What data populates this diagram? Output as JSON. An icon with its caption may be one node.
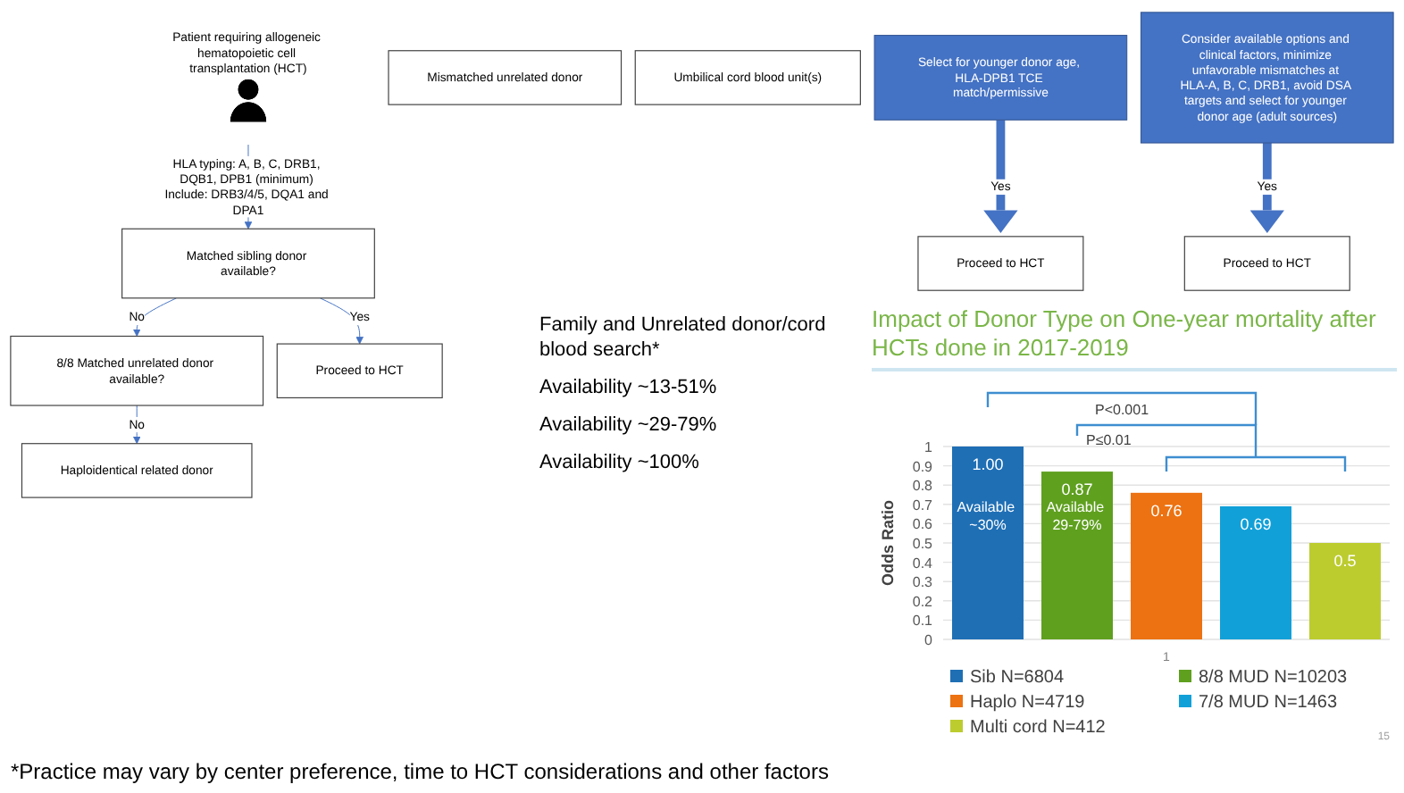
{
  "diagram": {
    "caption": "*Practice may vary by center preference, time to HCT considerations and other factors",
    "nodes": [
      {
        "text": [
          "Patient requiring allogeneic hematopoietic cell transplantation (HCT)"
        ]
      },
      {
        "text": [
          "Matched sibling donor available?"
        ]
      },
      {
        "text": [
          "8/8 Matched unrelated donor available?"
        ]
      },
      {
        "text": [
          "Haploidentical related donor"
        ]
      },
      {
        "text": [
          "Mismatched unrelated donor"
        ]
      },
      {
        "text": [
          "Umbilical cord blood unit(s)"
        ]
      },
      {
        "text": [
          "Select for younger donor age, HLA-DPB1 TCE match/permissive"
        ]
      },
      {
        "text": [
          "Consider available options and clinical factors, minimize unfavorable mismatches at HLA-A, B, C, DRB1, avoid DSA targets and select for younger donor age (adult sources)"
        ]
      },
      {
        "text": [
          "Proceed to HCT"
        ]
      },
      {
        "text": [
          "Proceed to HCT"
        ]
      },
      {
        "text": [
          "Proceed to HCT"
        ]
      }
    ],
    "edges": [
      {
        "from": 0,
        "to": 1,
        "arrow": "to",
        "label": "HLA typing: A, B, C, DRB1, DQB1, DPB1 (minimum) Include: DRB3/4/5, DQA1 and DPA1"
      },
      {
        "from": 1,
        "to": 2,
        "arrow": "to",
        "label": "No"
      },
      {
        "from": 1,
        "to": 8,
        "arrow": "to",
        "label": "Yes"
      },
      {
        "from": 2,
        "to": 3,
        "arrow": "to",
        "label": "No"
      },
      {
        "from": 6,
        "to": 9,
        "arrow": "to",
        "label": "Yes",
        "style": "thick"
      },
      {
        "from": 7,
        "to": 10,
        "arrow": "to",
        "label": "Yes",
        "style": "thick"
      }
    ],
    "labels": [
      "Family and Unrelated donor/cord blood search*",
      "15",
      "Availability ~13-51%",
      "Availability ~29-79%",
      "Availability ~100%"
    ],
    "chart_data": {
      "type": "bar",
      "title": "Impact of Donor Type on One-year mortality after HCTs done in 2017-2019",
      "ylabel": "Odds Ratio",
      "categories": [
        "1"
      ],
      "series": [
        {
          "name": "Sib N=6804",
          "color": "#1f6fb5",
          "values": [
            1.0
          ]
        },
        {
          "name": "8/8 MUD N=10203",
          "color": "#5fa01f",
          "values": [
            0.87
          ]
        },
        {
          "name": "Haplo N=4719",
          "color": "#ec7212",
          "values": [
            0.76
          ]
        },
        {
          "name": "7/8 MUD N=1463",
          "color": "#12a0d8",
          "values": [
            0.69
          ]
        },
        {
          "name": "Multi cord N=412",
          "color": "#bccc2f",
          "values": [
            0.5
          ]
        }
      ],
      "ylim": [
        0,
        1
      ],
      "yticks": [
        0,
        0.1,
        0.2,
        0.3,
        0.4,
        0.5,
        0.6,
        0.7,
        0.8,
        0.9,
        1
      ],
      "grid": true,
      "legend": "bottom",
      "value_labels": [
        "1.00",
        "0.87",
        "0.76",
        "0.69",
        "0.5"
      ],
      "annotations": [
        "P<0.001",
        "P≤0.01",
        "Available ~30%",
        "Available 29-79%"
      ]
    }
  }
}
